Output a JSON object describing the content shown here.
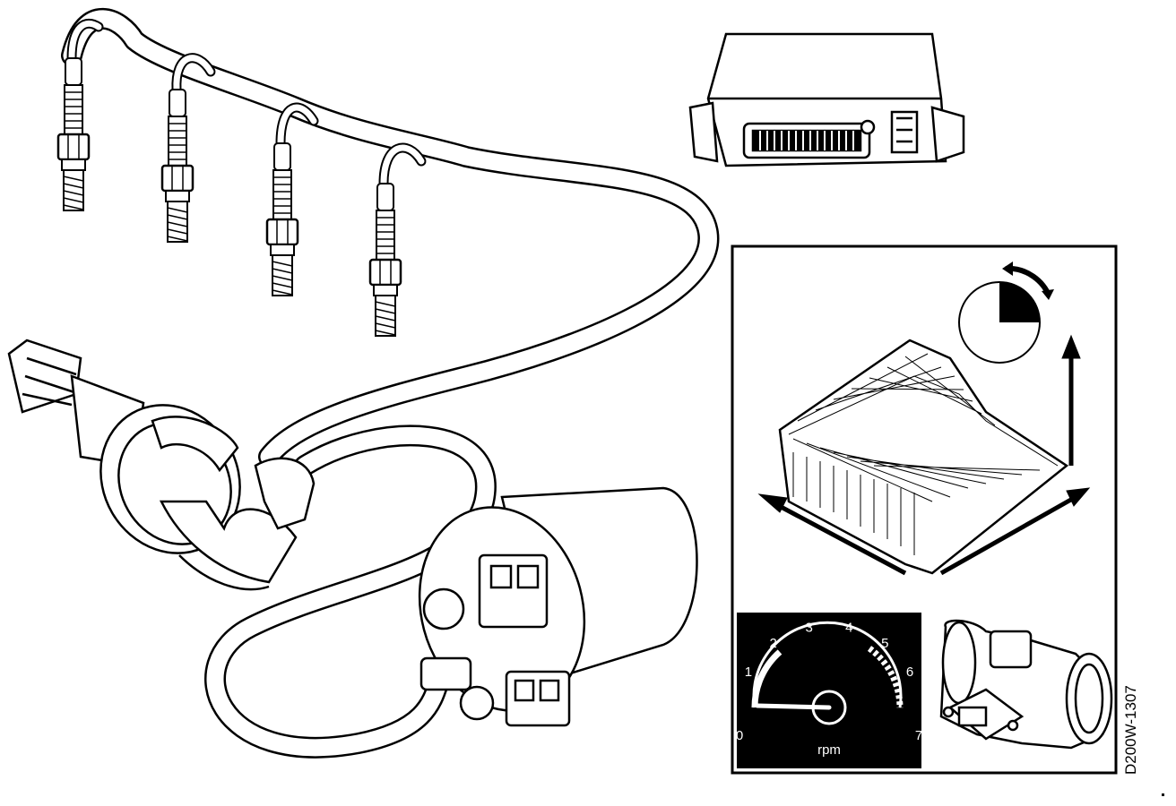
{
  "figure_code": "D200W-1307",
  "tachometer": {
    "unit": "rpm",
    "scale": [
      "0",
      "1",
      "2",
      "3",
      "4",
      "5",
      "6",
      "7"
    ],
    "needle_value": 0.8
  },
  "colors": {
    "ink": "#000000",
    "paper": "#ffffff"
  },
  "icons": [
    "spark-plug-icon",
    "distributor-icon",
    "ignition-coil-icon",
    "control-unit-icon",
    "map-surface-icon",
    "air-flow-meter-icon",
    "tachometer-icon"
  ]
}
